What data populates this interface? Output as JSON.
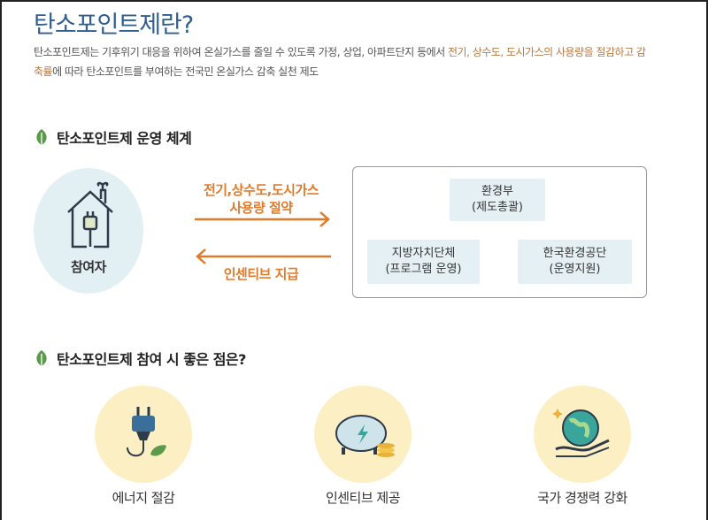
{
  "title": "탄소포인트제란?",
  "description": {
    "line1_plain": "탄소포인트제는 기후위기 대응을 위하여 온실가스를 줄일 수 있도록 가정, 상업, 아파트단지 등에서 ",
    "line1_highlight": "전기, 상수도, 도시가스의 사용량을 절감하고 감",
    "line2_highlight": "축률",
    "line2_plain": "에 따라 탄소포인트를 부여하는 전국민 온실가스 감축 실천 제도"
  },
  "section1": {
    "heading": "탄소포인트제 운영 체계",
    "participant": "참여자",
    "arrow_right_line1": "전기,상수도,도시가스",
    "arrow_right_line2": "사용량 절약",
    "arrow_left": "인센티브 지급",
    "orgs": [
      {
        "name": "환경부",
        "role": "(제도총괄)"
      },
      {
        "name": "지방자치단체",
        "role": "(프로그램 운영)"
      },
      {
        "name": "한국환경공단",
        "role": "(운영지원)"
      }
    ]
  },
  "section2": {
    "heading": "탄소포인트제 참여 시 좋은 점은?",
    "benefits": [
      "에너지 절감",
      "인센티브 제공",
      "국가 경쟁력 강화"
    ]
  },
  "colors": {
    "title": "#2f5f8f",
    "accent": "#e07b2b",
    "leaf": "#5a9a4a",
    "circle_blue": "#e3f0f3",
    "circle_yellow": "#fdefc4"
  }
}
